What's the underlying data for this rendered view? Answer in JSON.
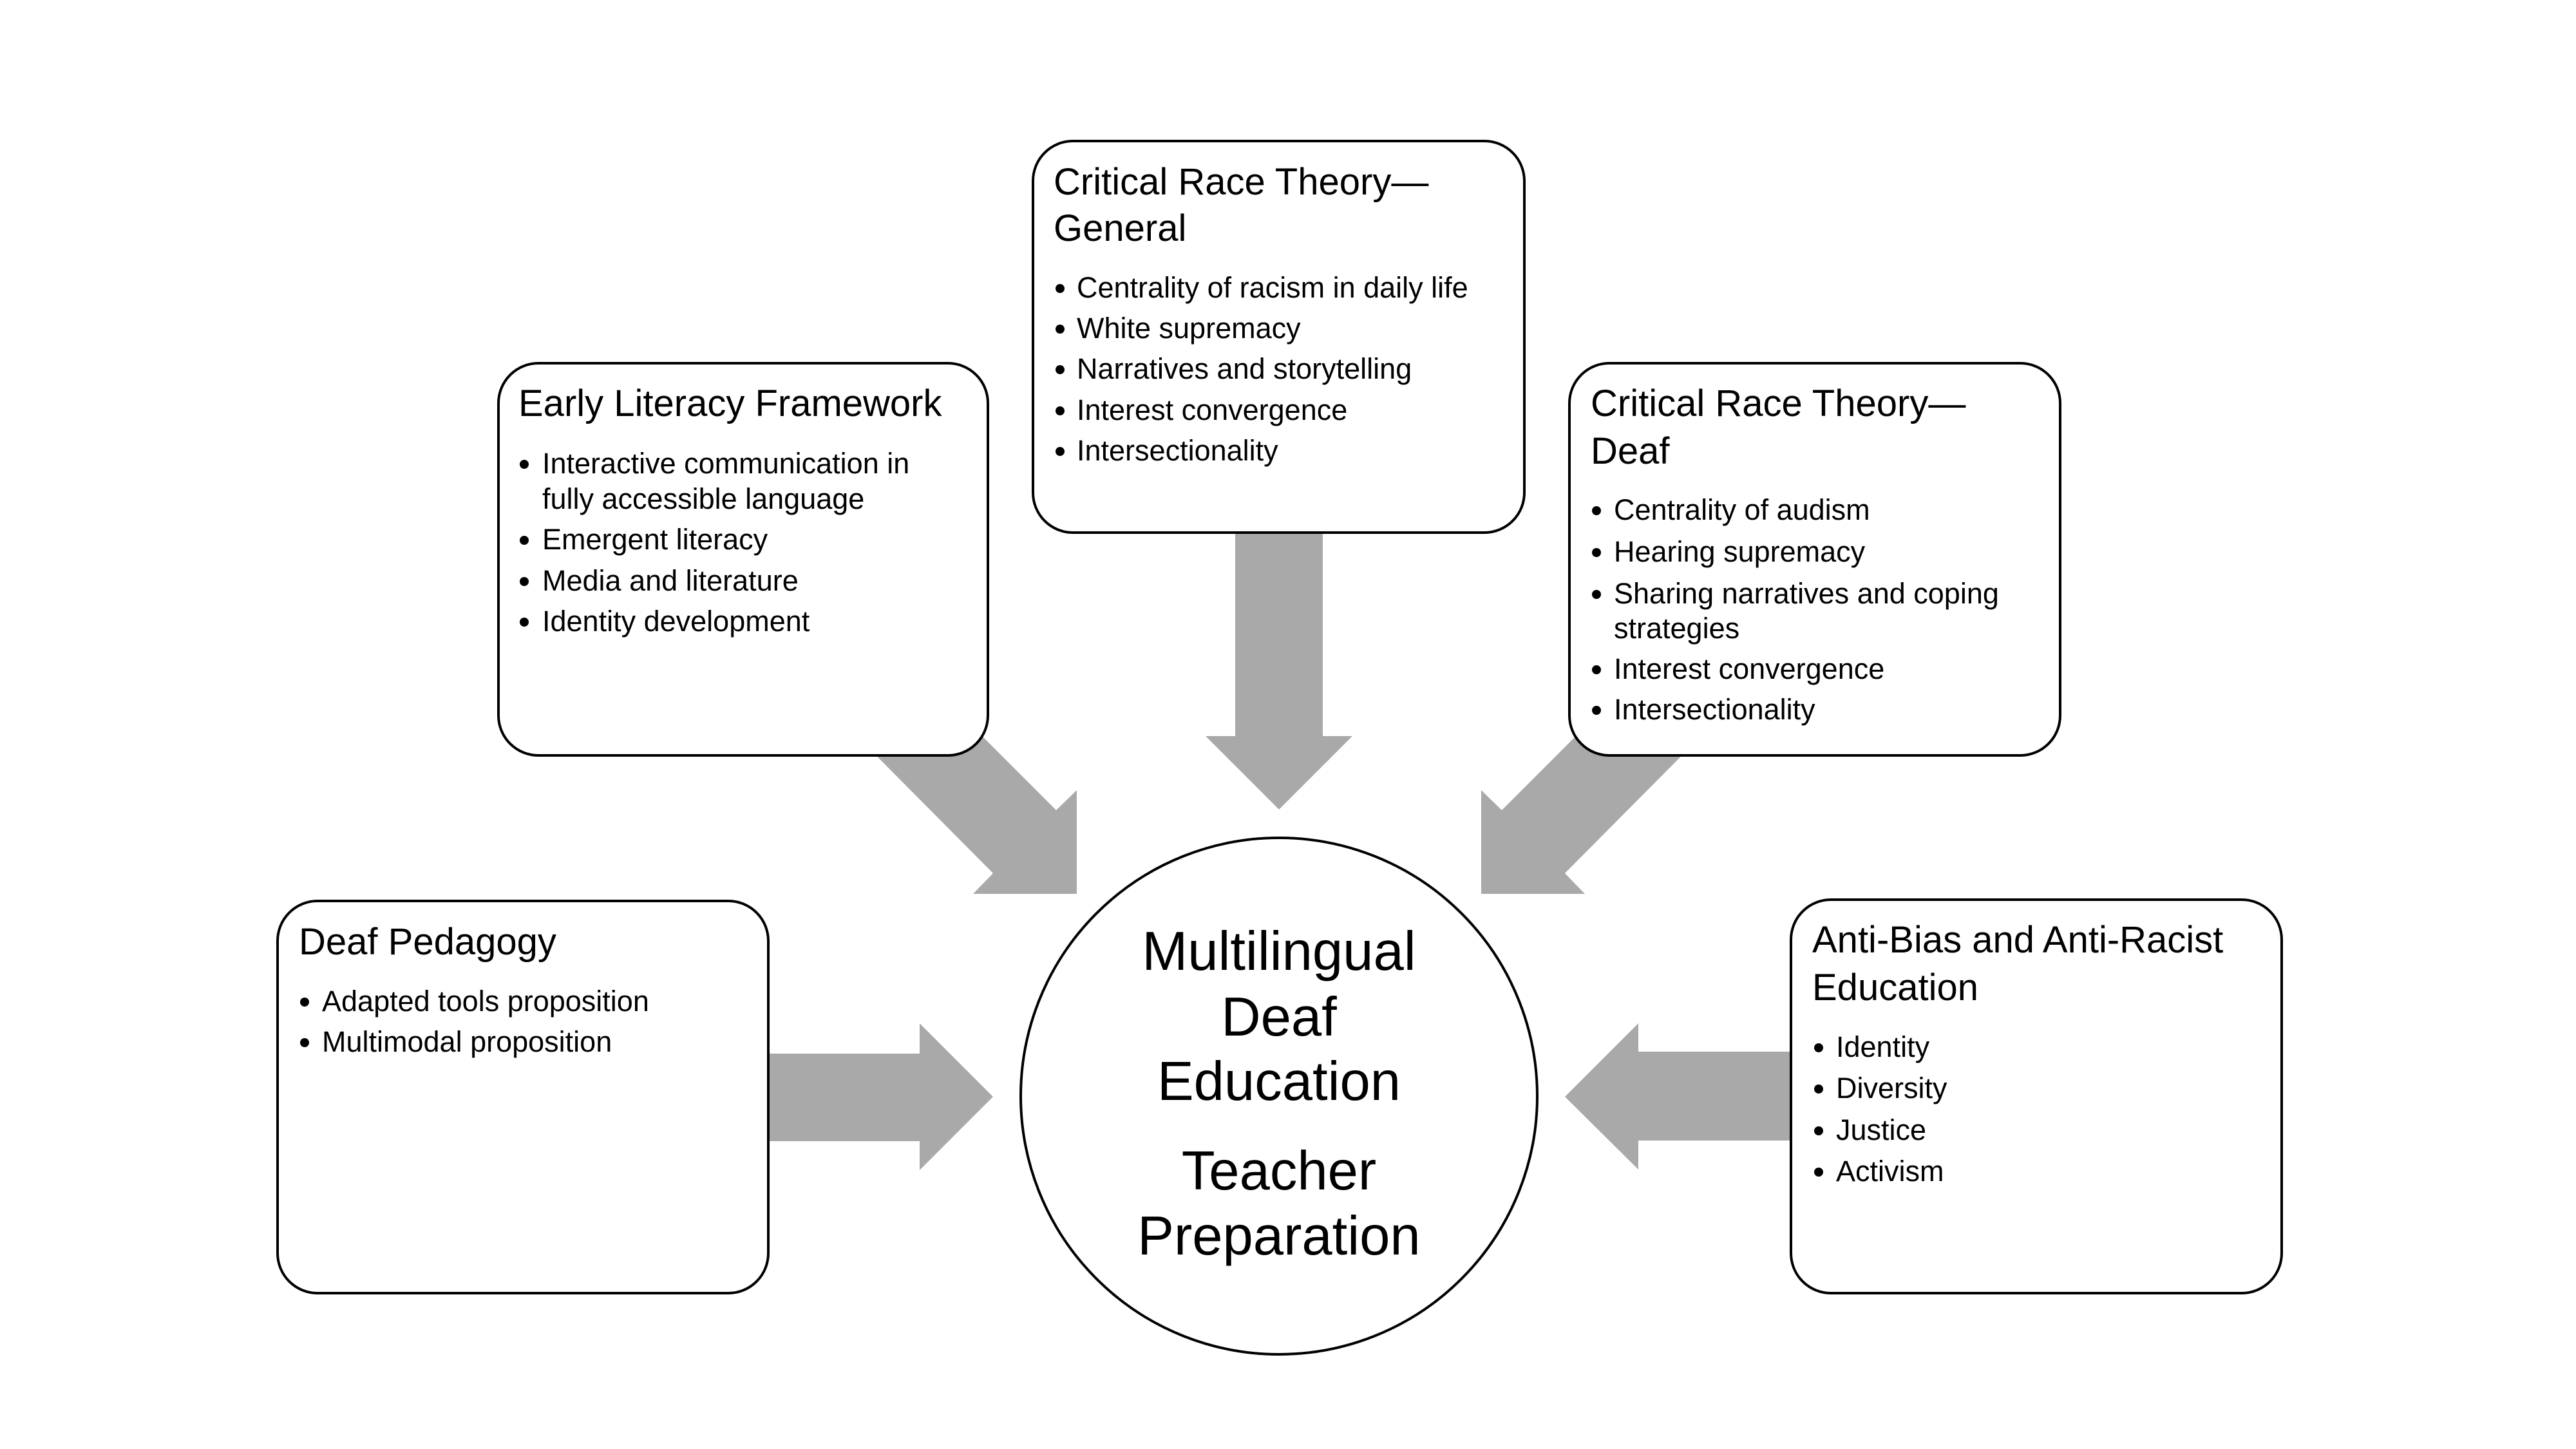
{
  "diagram": {
    "center": {
      "lines": [
        "Multilingual",
        "Deaf",
        "Education",
        "Teacher",
        "Preparation"
      ]
    },
    "boxes": {
      "crt_general": {
        "title": [
          "Critical Race Theory—",
          "General"
        ],
        "items": [
          [
            "Centrality of racism in daily life"
          ],
          [
            "White supremacy"
          ],
          [
            "Narratives and storytelling"
          ],
          [
            "Interest convergence"
          ],
          [
            "Intersectionality"
          ]
        ]
      },
      "early_literacy": {
        "title": [
          "Early Literacy Framework"
        ],
        "items": [
          [
            "Interactive communication in",
            "fully accessible language"
          ],
          [
            "Emergent literacy"
          ],
          [
            "Media and literature"
          ],
          [
            "Identity development"
          ]
        ]
      },
      "crt_deaf": {
        "title": [
          "Critical Race Theory—",
          "Deaf"
        ],
        "items": [
          [
            "Centrality of audism"
          ],
          [
            "Hearing supremacy"
          ],
          [
            "Sharing narratives and coping",
            "strategies"
          ],
          [
            "Interest convergence"
          ],
          [
            "Intersectionality"
          ]
        ]
      },
      "deaf_pedagogy": {
        "title": [
          "Deaf Pedagogy"
        ],
        "items": [
          [
            "Adapted tools proposition"
          ],
          [
            "Multimodal proposition"
          ]
        ]
      },
      "anti_bias": {
        "title": [
          "Anti-Bias and Anti-Racist",
          "Education"
        ],
        "items": [
          [
            "Identity"
          ],
          [
            "Diversity"
          ],
          [
            "Justice"
          ],
          [
            "Activism"
          ]
        ]
      }
    },
    "colors": {
      "arrow": "#a9a9a9",
      "outline": "#000000",
      "background": "#ffffff"
    }
  }
}
